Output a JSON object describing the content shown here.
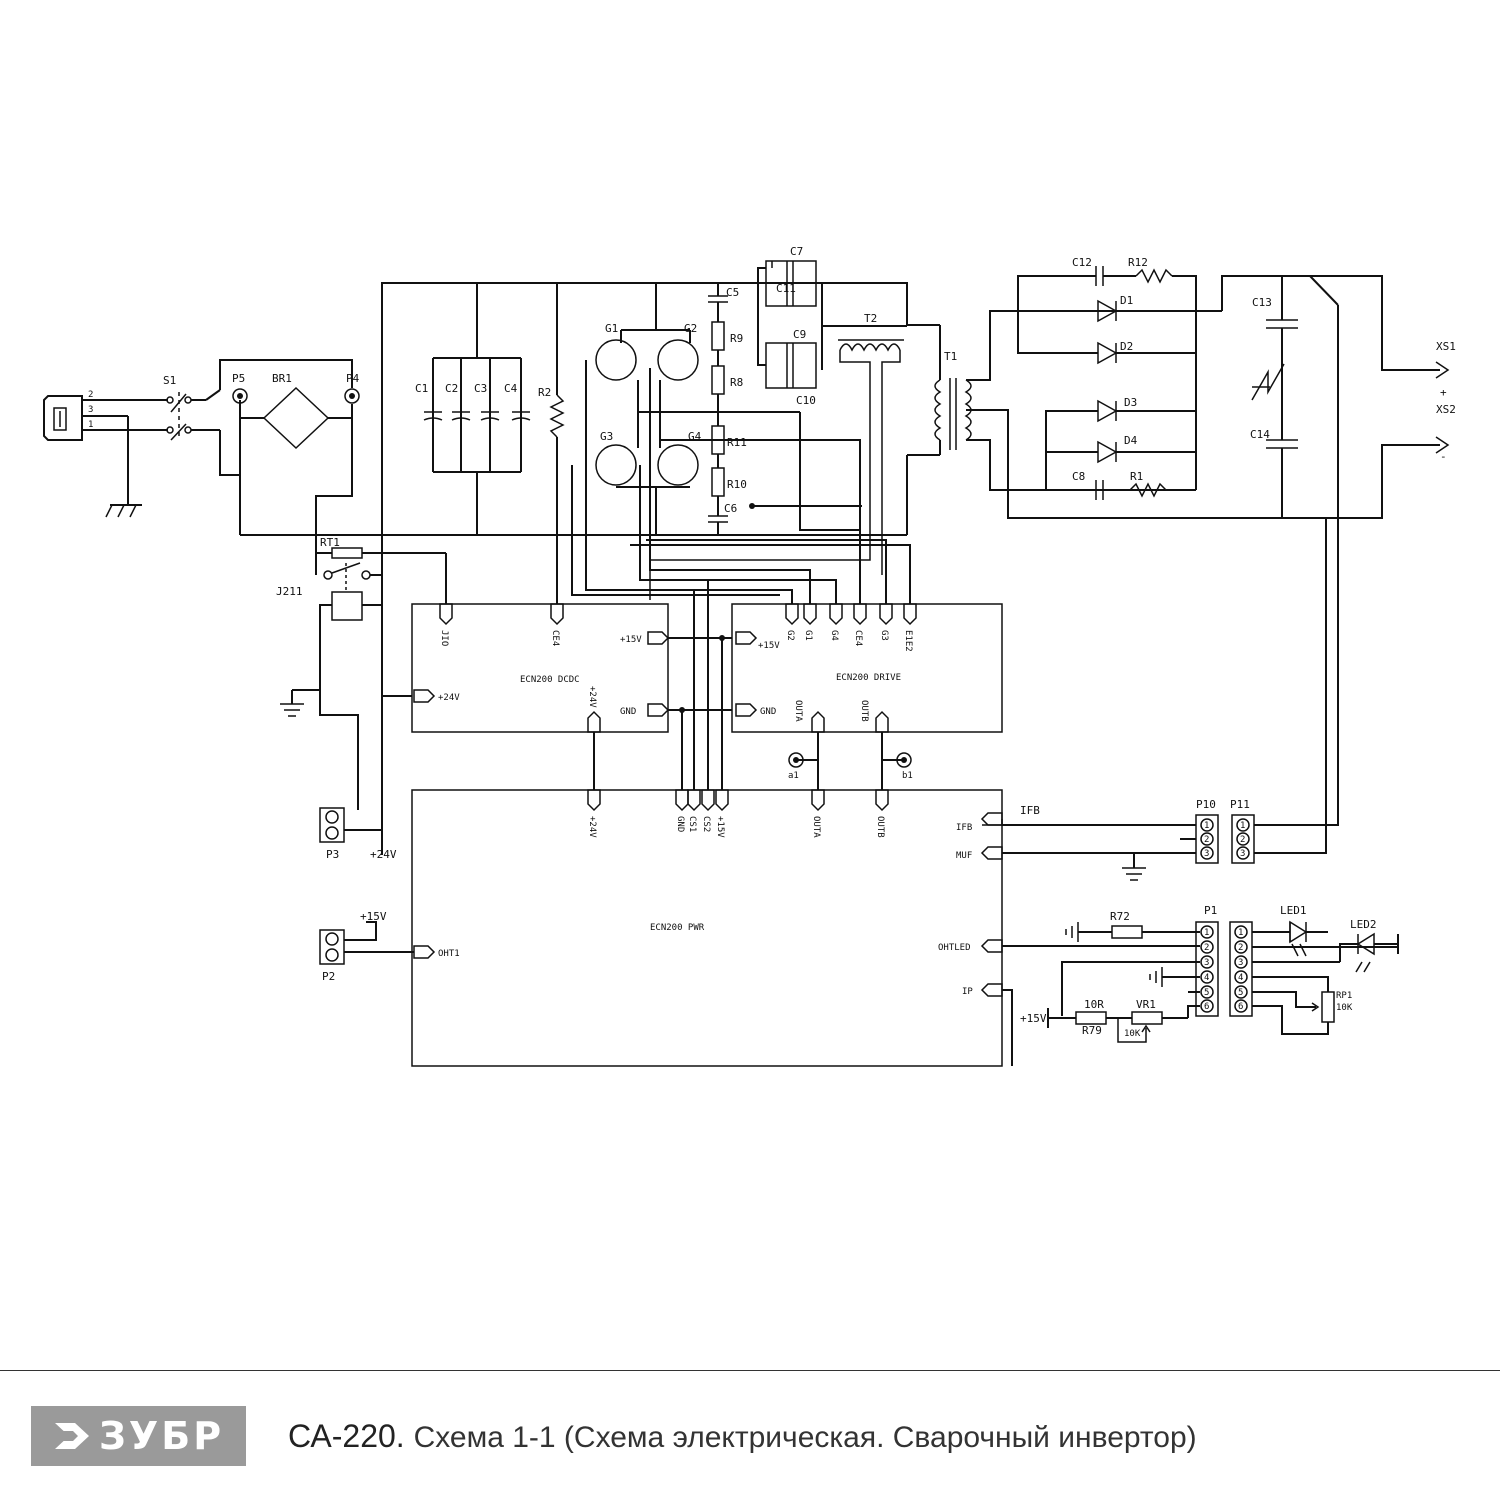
{
  "footer": {
    "logo_text": "ЗУБР",
    "model": "СА-220.",
    "description": "Схема 1-1 (Схема электрическая. Сварочный инвертор)"
  },
  "labels": {
    "s1": "S1",
    "p5": "P5",
    "br1": "BR1",
    "p4": "P4",
    "c1": "C1",
    "c2": "C2",
    "c3": "C3",
    "c4": "C4",
    "r2": "R2",
    "g1": "G1",
    "g2": "G2",
    "g3": "G3",
    "g4": "G4",
    "c5": "C5",
    "r9": "R9",
    "r8": "R8",
    "r11": "R11",
    "r10": "R10",
    "c6": "C6",
    "c7": "C7",
    "c11": "C11",
    "c9": "C9",
    "c10": "C10",
    "t2": "T2",
    "t1": "T1",
    "c12": "C12",
    "r12": "R12",
    "d1": "D1",
    "d2": "D2",
    "d3": "D3",
    "d4": "D4",
    "c8": "C8",
    "r1": "R1",
    "c13": "C13",
    "c14": "C14",
    "xs1": "XS1",
    "xs2": "XS2",
    "plus": "+",
    "minus": "-",
    "rt1": "RT1",
    "j211": "J211",
    "p3": "P3",
    "p2": "P2",
    "p10": "P10",
    "p11": "P11",
    "p1": "P1",
    "led1": "LED1",
    "led2": "LED2",
    "r72": "R72",
    "r79": "R79",
    "r79v": "10R",
    "vr1": "VR1",
    "vr1v": "10K",
    "rp1": "RP1",
    "rp1v": "10K",
    "ifb": "IFB",
    "plus15_in": "+15V",
    "plus24": "+24V",
    "plus15": "+15V",
    "n1": "1",
    "n2": "2",
    "n3": "3",
    "n4": "4",
    "n5": "5",
    "n6": "6",
    "a1": "a1",
    "b1": "b1"
  },
  "blocks": {
    "dcdc": {
      "title": "ECN200 DCDC",
      "pins": [
        "JIO",
        "CE4",
        "+15V",
        "GND",
        "+24V",
        "+24V"
      ]
    },
    "drive": {
      "title": "ECN200 DRIVE",
      "pins": [
        "G2",
        "G1",
        "G4",
        "CE4",
        "G3",
        "E1E2",
        "+15V",
        "GND",
        "OUTA",
        "OUTB"
      ]
    },
    "pwr": {
      "title": "ECN200 PWR",
      "pins": [
        "+24V",
        "GND",
        "CS1",
        "CS2",
        "+15V",
        "OUTA",
        "OUTB",
        "IFB",
        "MUF",
        "OHTLED",
        "IP",
        "OHT1"
      ]
    }
  }
}
